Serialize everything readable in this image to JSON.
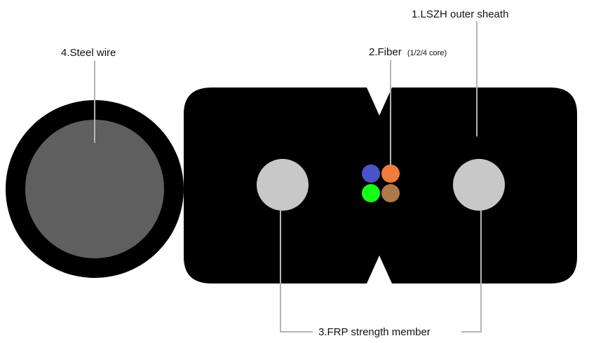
{
  "labels": {
    "outer_sheath": "1.LSZH outer sheath",
    "fiber": "2.Fiber",
    "fiber_note": "(1/2/4 core)",
    "frp": "3.FRP strength member",
    "steel_wire": "4.Steel wire"
  },
  "colors": {
    "background": "#ffffff",
    "sheath": "#000000",
    "steel_core": "#5f5f5f",
    "frp": "#c8c8c8",
    "leader_line": "#b4b4b4",
    "fiber_blue": "#4b54c6",
    "fiber_orange": "#f07d3a",
    "fiber_green": "#16ff16",
    "fiber_brown": "#b07a48"
  }
}
